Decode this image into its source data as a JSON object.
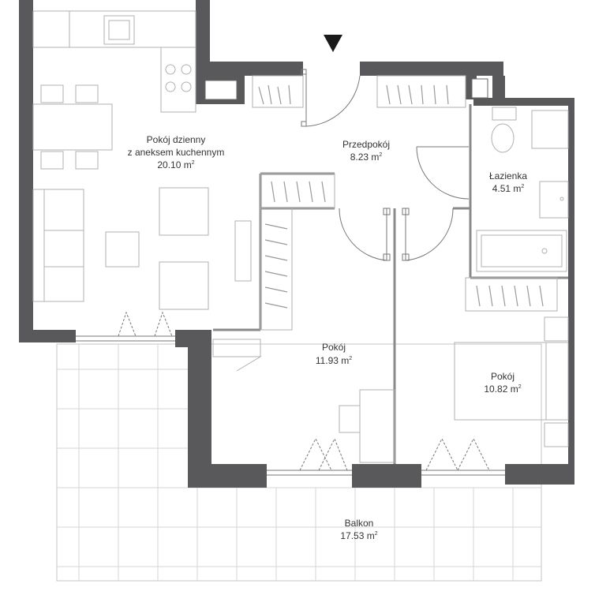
{
  "rooms": {
    "living": {
      "name_line1": "Pokój dzienny",
      "name_line2": "z aneksem kuchennym",
      "area": "20.10 m",
      "unit_sup": "2"
    },
    "hall": {
      "name": "Przedpokój",
      "area": "8.23 m",
      "unit_sup": "2"
    },
    "bathroom": {
      "name": "Łazienka",
      "area": "4.51 m",
      "unit_sup": "2"
    },
    "room1": {
      "name": "Pokój",
      "area": "11.93 m",
      "unit_sup": "2"
    },
    "room2": {
      "name": "Pokój",
      "area": "10.82 m",
      "unit_sup": "2"
    },
    "balcony": {
      "name": "Balkon",
      "area": "17.53 m",
      "unit_sup": "2"
    }
  },
  "colors": {
    "wall": "#59595b",
    "line": "#b0b0b0",
    "dark_line": "#555555",
    "label": "#333333"
  },
  "entrance_marker": "down-triangle-icon"
}
